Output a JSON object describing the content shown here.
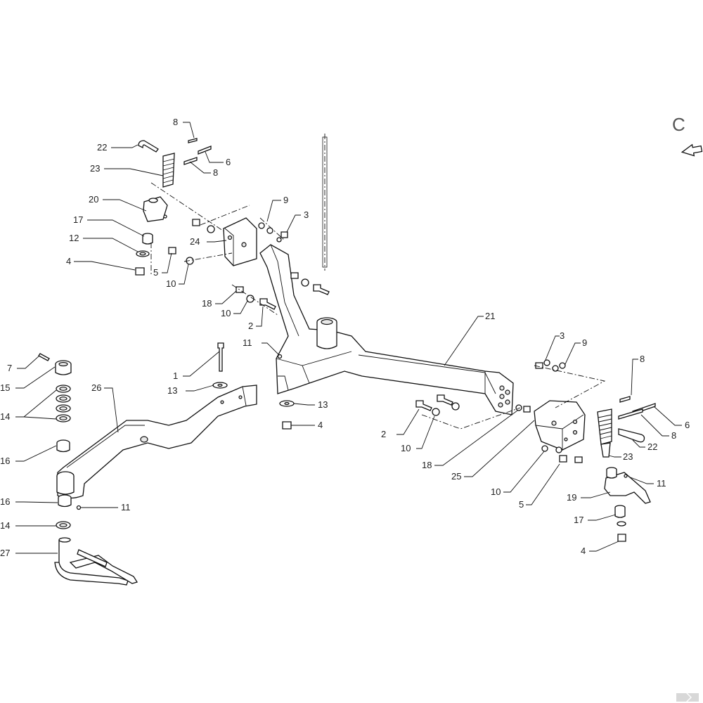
{
  "view_label": "C",
  "callouts": [
    {
      "id": "c8a",
      "text": "8"
    },
    {
      "id": "c22a",
      "text": "22"
    },
    {
      "id": "c6a",
      "text": "6"
    },
    {
      "id": "c23a",
      "text": "23"
    },
    {
      "id": "c8b",
      "text": "8"
    },
    {
      "id": "c20",
      "text": "20"
    },
    {
      "id": "c17a",
      "text": "17"
    },
    {
      "id": "c12",
      "text": "12"
    },
    {
      "id": "c4a",
      "text": "4"
    },
    {
      "id": "c9a",
      "text": "9"
    },
    {
      "id": "c3a",
      "text": "3"
    },
    {
      "id": "c24",
      "text": "24"
    },
    {
      "id": "c5a",
      "text": "5"
    },
    {
      "id": "c10a",
      "text": "10"
    },
    {
      "id": "c18a",
      "text": "18"
    },
    {
      "id": "c10b",
      "text": "10"
    },
    {
      "id": "c2a",
      "text": "2"
    },
    {
      "id": "c11a",
      "text": "11"
    },
    {
      "id": "c21",
      "text": "21"
    },
    {
      "id": "c1",
      "text": "1"
    },
    {
      "id": "c13a",
      "text": "13"
    },
    {
      "id": "c13b",
      "text": "13"
    },
    {
      "id": "c4b",
      "text": "4"
    },
    {
      "id": "c7",
      "text": "7"
    },
    {
      "id": "c15",
      "text": "15"
    },
    {
      "id": "c26",
      "text": "26"
    },
    {
      "id": "c14a",
      "text": "14"
    },
    {
      "id": "c16a",
      "text": "16"
    },
    {
      "id": "c16b",
      "text": "16"
    },
    {
      "id": "c11b",
      "text": "11"
    },
    {
      "id": "c14b",
      "text": "14"
    },
    {
      "id": "c27",
      "text": "27"
    },
    {
      "id": "c3b",
      "text": "3"
    },
    {
      "id": "c9b",
      "text": "9"
    },
    {
      "id": "c8c",
      "text": "8"
    },
    {
      "id": "c2b",
      "text": "2"
    },
    {
      "id": "c10c",
      "text": "10"
    },
    {
      "id": "c6b",
      "text": "6"
    },
    {
      "id": "c8d",
      "text": "8"
    },
    {
      "id": "c22b",
      "text": "22"
    },
    {
      "id": "c18b",
      "text": "18"
    },
    {
      "id": "c23b",
      "text": "23"
    },
    {
      "id": "c25",
      "text": "25"
    },
    {
      "id": "c11c",
      "text": "11"
    },
    {
      "id": "c10d",
      "text": "10"
    },
    {
      "id": "c19",
      "text": "19"
    },
    {
      "id": "c5b",
      "text": "5"
    },
    {
      "id": "c17b",
      "text": "17"
    },
    {
      "id": "c4c",
      "text": "4"
    }
  ]
}
